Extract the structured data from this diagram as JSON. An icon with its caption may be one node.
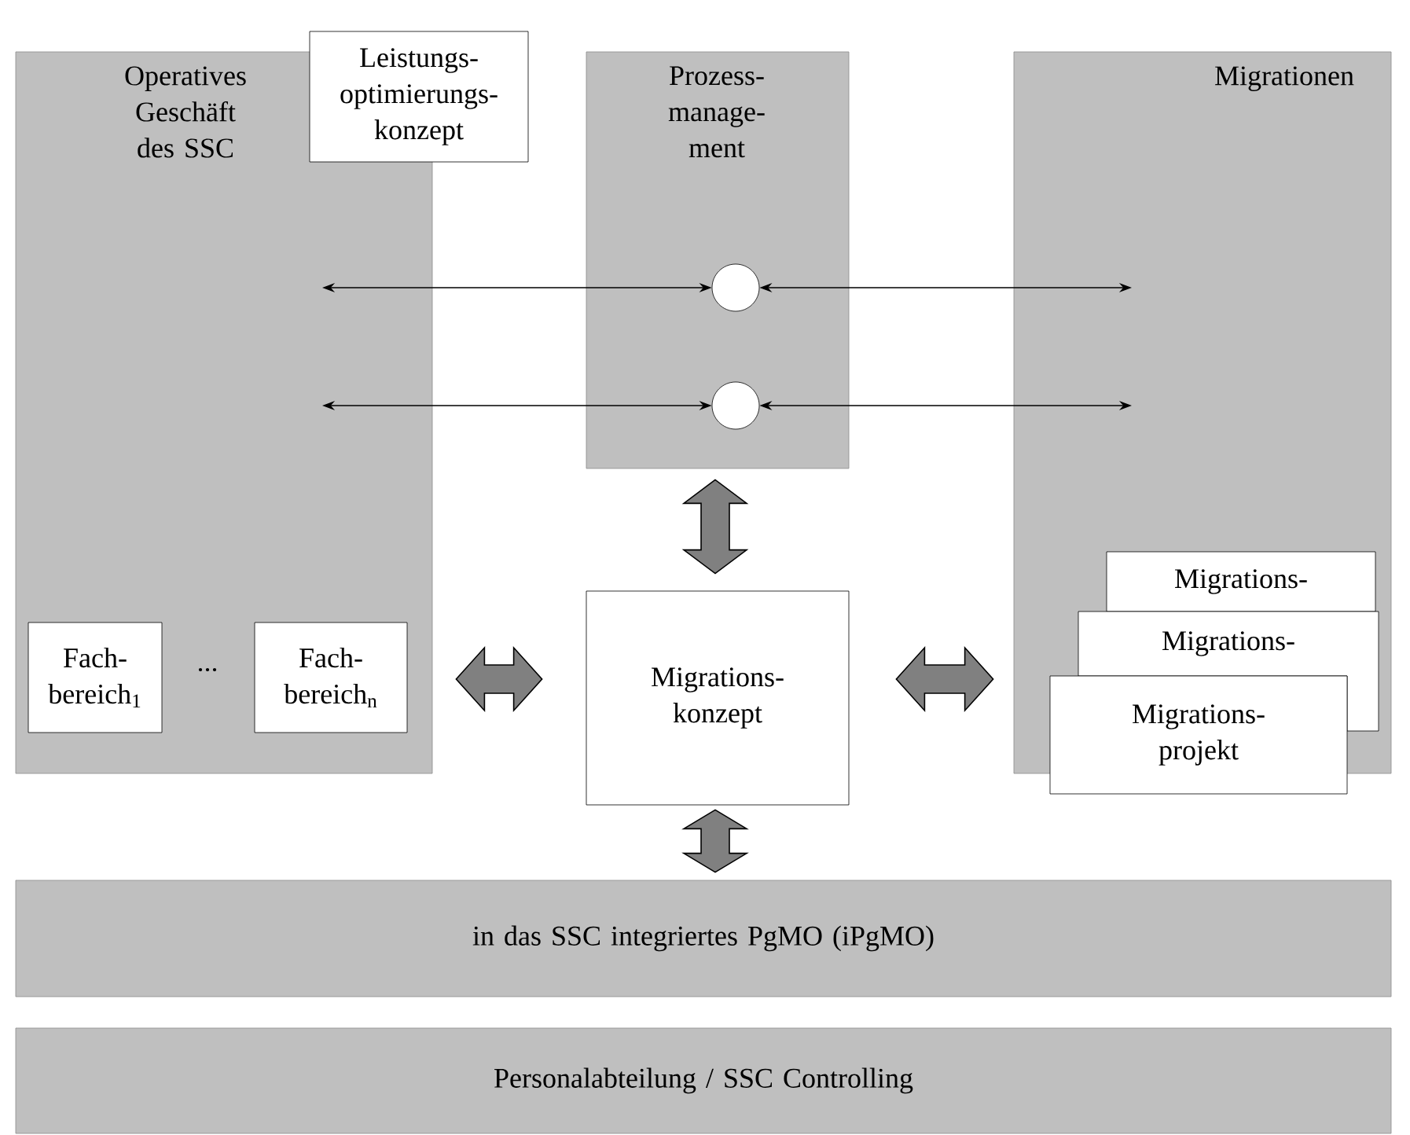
{
  "diagram": {
    "nodes": [
      {
        "text": [
          "Operatives Geschäft des SSC"
        ]
      },
      {
        "text": [
          "Leistungs- optimierungs- konzept"
        ]
      },
      {
        "text": [
          "Prozess- manage- ment"
        ]
      },
      {
        "text": [
          "Migrationen"
        ]
      },
      {
        "text": [],
        "shape": "circle",
        "in": 2
      },
      {
        "text": [],
        "shape": "circle",
        "in": 2
      },
      {
        "text": [
          "Fach- bereich$_{1}$"
        ],
        "in": 0
      },
      {
        "text": [
          "Fach- bereich$_{n}$"
        ],
        "in": 0
      },
      {
        "text": [
          "Migrations- konzept"
        ]
      },
      {
        "text": [
          "Migrations-"
        ],
        "in": 3
      },
      {
        "text": [
          "Migrations-"
        ],
        "in": 3
      },
      {
        "text": [
          "Migrations- projekt"
        ],
        "in": 3
      },
      {
        "text": [
          "in das SSC integriertes PgMO (iPgMO)"
        ]
      },
      {
        "text": [
          "Personalabteilung / SSC Controlling"
        ]
      }
    ],
    "edges": [
      {
        "from": null,
        "to": 4,
        "arrow": "both"
      },
      {
        "from": 4,
        "to": null,
        "arrow": "both"
      },
      {
        "from": null,
        "to": 5,
        "arrow": "both"
      },
      {
        "from": 5,
        "to": null,
        "arrow": "both"
      },
      {
        "from": 2,
        "to": 8,
        "arrow": "both",
        "style": "thick",
        "color": "#808080"
      },
      {
        "from": 0,
        "to": 8,
        "arrow": "both",
        "style": "thick",
        "color": "#808080"
      },
      {
        "from": 8,
        "to": 3,
        "arrow": "both",
        "style": "thick",
        "color": "#808080"
      },
      {
        "from": 8,
        "to": 12,
        "arrow": "both",
        "style": "thick",
        "color": "#808080"
      }
    ],
    "labels": [
      "..."
    ]
  }
}
